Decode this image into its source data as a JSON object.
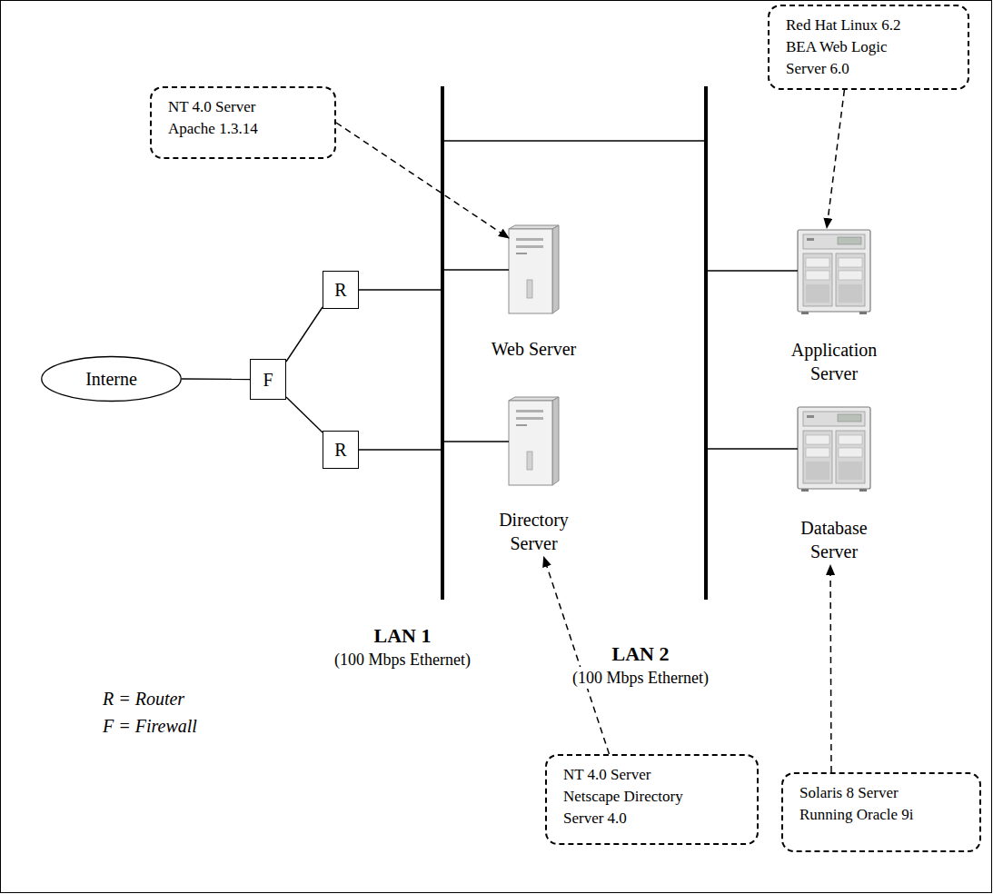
{
  "diagram": {
    "nodes": [
      {
        "text": [
          "Interne"
        ]
      },
      {
        "text": [
          "F"
        ]
      },
      {
        "text": [
          "R"
        ]
      },
      {
        "text": [
          "R"
        ]
      },
      {
        "text": [
          "LAN 1",
          "(100 Mbps Ethernet)"
        ]
      },
      {
        "text": [
          "Web Server"
        ]
      },
      {
        "text": [
          "Directory Server"
        ]
      },
      {
        "text": [
          "LAN 2",
          "(100 Mbps Ethernet)"
        ]
      },
      {
        "text": [
          "Application Server"
        ]
      },
      {
        "text": [
          "Database Server"
        ]
      },
      {
        "text": [
          "NT 4.0 Server",
          "Apache 1.3.14"
        ]
      },
      {
        "text": [
          "Red Hat Linux 6.2",
          "BEA Web Logic Server 6.0"
        ]
      },
      {
        "text": [
          "NT 4.0 Server",
          "Netscape Directory Server 4.0"
        ]
      },
      {
        "text": [
          "Solaris 8 Server",
          "Running Oracle 9i"
        ]
      }
    ],
    "edges": [
      {
        "from": 0,
        "to": 1,
        "arrow": "none"
      },
      {
        "from": 1,
        "to": 2,
        "arrow": "none"
      },
      {
        "from": 1,
        "to": 3,
        "arrow": "none"
      },
      {
        "from": 2,
        "to": 4,
        "arrow": "none"
      },
      {
        "from": 3,
        "to": 4,
        "arrow": "none"
      },
      {
        "from": 4,
        "to": 5,
        "arrow": "none"
      },
      {
        "from": 4,
        "to": 6,
        "arrow": "none"
      },
      {
        "from": 4,
        "to": 7,
        "arrow": "none"
      },
      {
        "from": 7,
        "to": 8,
        "arrow": "none"
      },
      {
        "from": 7,
        "to": 9,
        "arrow": "none"
      },
      {
        "from": 10,
        "to": 5,
        "arrow": "to"
      },
      {
        "from": 11,
        "to": 8,
        "arrow": "to"
      },
      {
        "from": 12,
        "to": 6,
        "arrow": "to"
      },
      {
        "from": 13,
        "to": 9,
        "arrow": "to"
      }
    ],
    "labels": [
      "R = Router",
      "F = Firewall"
    ]
  }
}
